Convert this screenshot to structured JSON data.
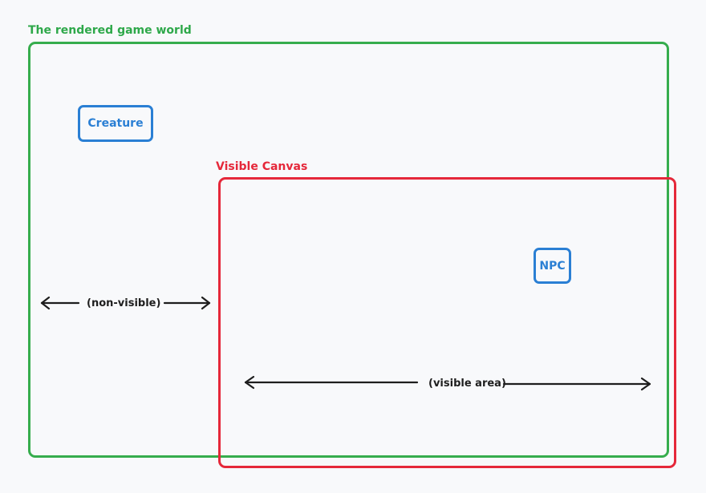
{
  "world": {
    "title": "The rendered game world",
    "color": "#36ad4d"
  },
  "canvas": {
    "title": "Visible Canvas",
    "color": "#e5283a"
  },
  "entities": {
    "creature": "Creature",
    "npc": "NPC",
    "color": "#2a7fd4"
  },
  "arrows": {
    "non_visible": "(non-visible)",
    "visible": "(visible area)"
  }
}
